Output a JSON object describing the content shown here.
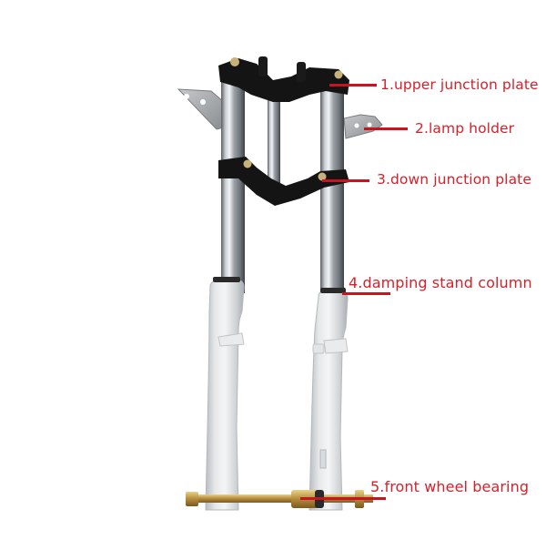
{
  "figure": {
    "subject": "motorcycle front fork assembly",
    "label_color": "#d6202a",
    "labels": [
      {
        "id": 1,
        "text": "1.upper junction plate"
      },
      {
        "id": 2,
        "text": "2.lamp holder"
      },
      {
        "id": 3,
        "text": "3.down junction plate"
      },
      {
        "id": 4,
        "text": "4.damping stand column"
      },
      {
        "id": 5,
        "text": "5.front wheel bearing"
      }
    ]
  }
}
